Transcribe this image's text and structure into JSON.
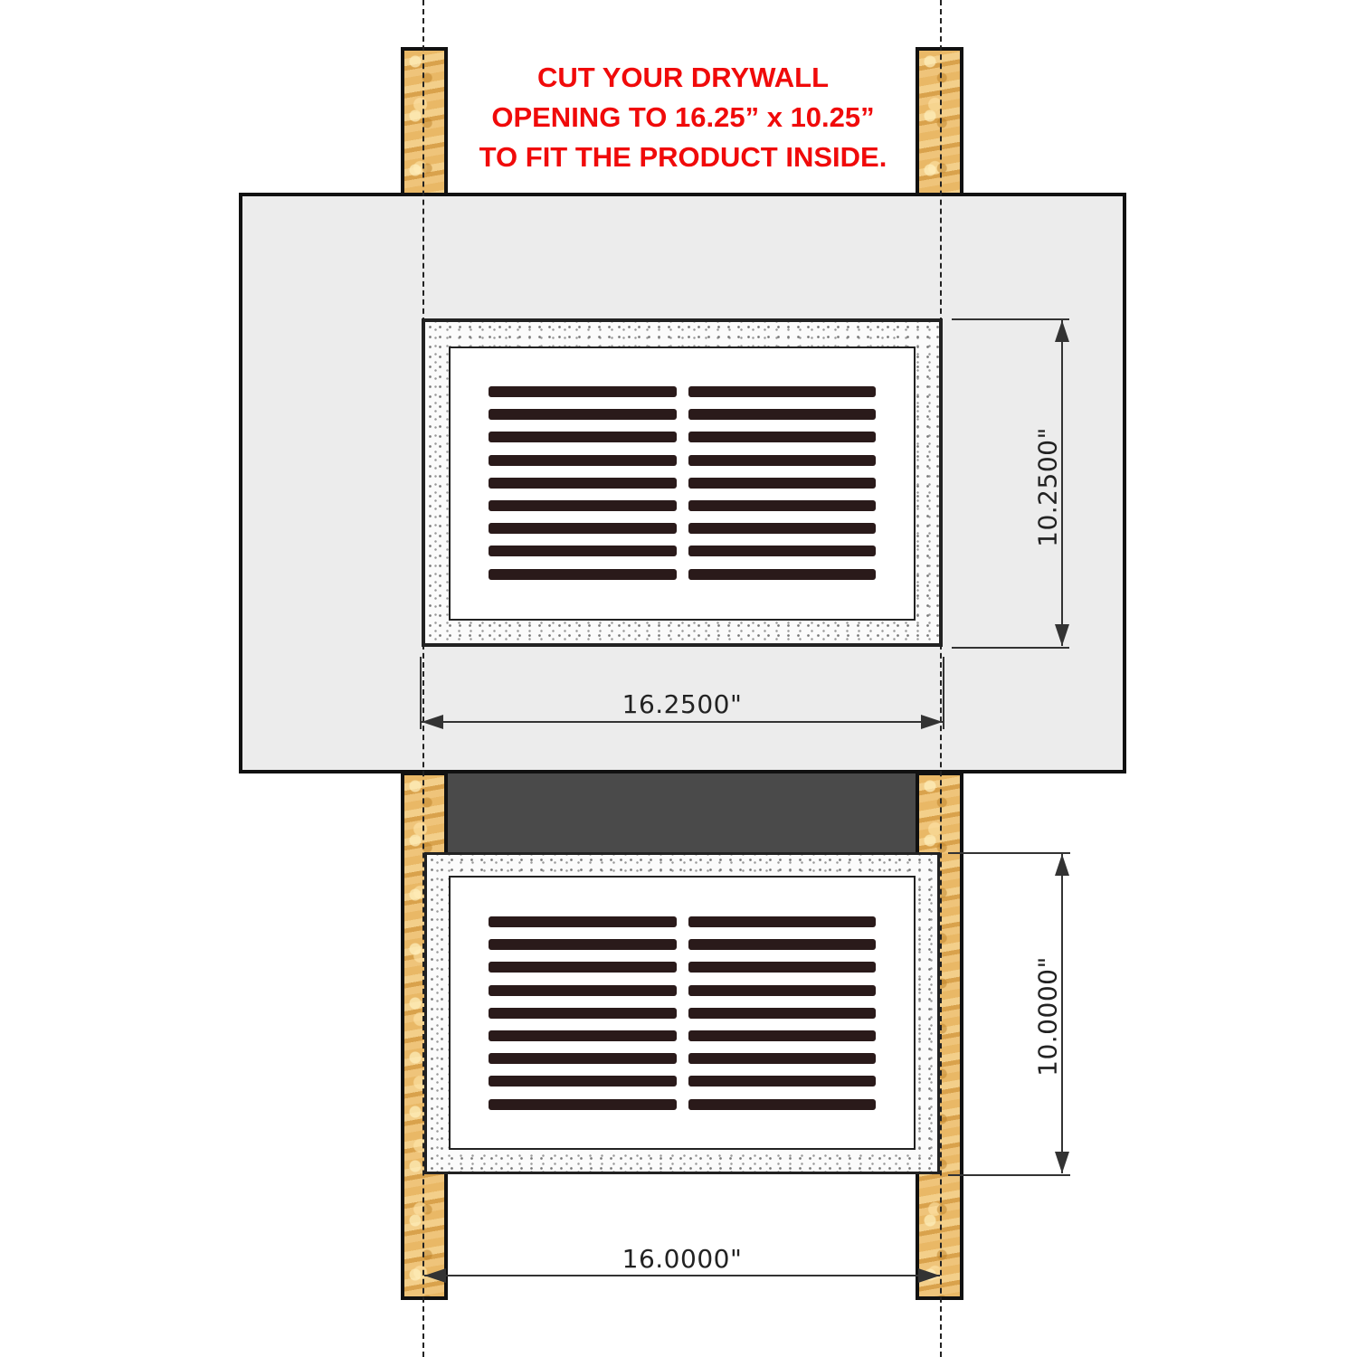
{
  "instruction": {
    "lines": [
      "CUT YOUR DRYWALL",
      "OPENING TO 16.25” x 10.25”",
      "TO FIT THE PRODUCT INSIDE."
    ],
    "color": "#f00a0a"
  },
  "dimensions": {
    "drywall_opening_width": "16.2500\"",
    "drywall_opening_height": "10.2500\"",
    "stud_spacing_width": "16.0000\"",
    "duct_opening_height": "10.0000\""
  },
  "grilles": [
    {
      "label": "installed-grille-in-drywall",
      "slat_rows": 9,
      "slat_columns": 2
    },
    {
      "label": "grille-between-studs",
      "slat_rows": 9,
      "slat_columns": 2
    }
  ],
  "colors": {
    "drywall": "#ececec",
    "duct_gap": "#4a4a4a",
    "slat": "#2a1a1a",
    "stud_wood": "#ecc178"
  }
}
